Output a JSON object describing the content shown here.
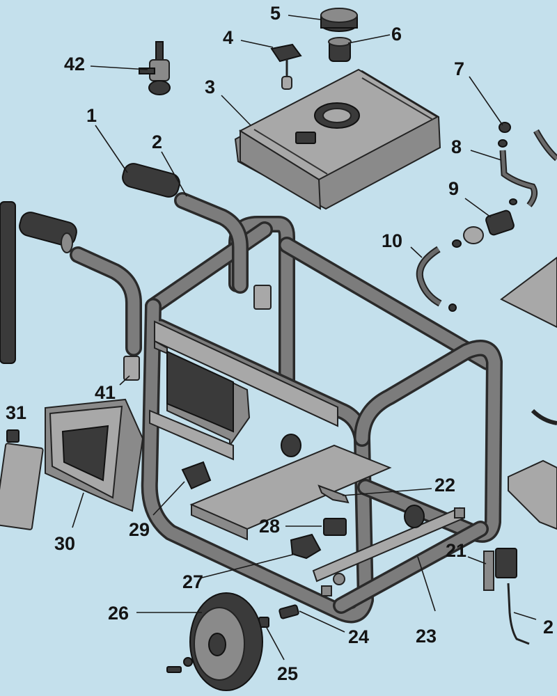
{
  "diagram": {
    "colors": {
      "background": "#c4e0ec",
      "frame": "#7c7c7c",
      "outline": "#2a2a2a",
      "label": "#141414"
    },
    "callouts": [
      {
        "id": "1",
        "text": "1"
      },
      {
        "id": "2",
        "text": "2"
      },
      {
        "id": "3",
        "text": "3"
      },
      {
        "id": "4",
        "text": "4"
      },
      {
        "id": "5",
        "text": "5"
      },
      {
        "id": "6",
        "text": "6"
      },
      {
        "id": "7",
        "text": "7"
      },
      {
        "id": "8",
        "text": "8"
      },
      {
        "id": "9",
        "text": "9"
      },
      {
        "id": "10",
        "text": "10"
      },
      {
        "id": "21",
        "text": "21"
      },
      {
        "id": "22",
        "text": "22"
      },
      {
        "id": "23",
        "text": "23"
      },
      {
        "id": "24",
        "text": "24"
      },
      {
        "id": "25",
        "text": "25"
      },
      {
        "id": "26",
        "text": "26"
      },
      {
        "id": "27",
        "text": "27"
      },
      {
        "id": "28",
        "text": "28"
      },
      {
        "id": "29",
        "text": "29"
      },
      {
        "id": "30",
        "text": "30"
      },
      {
        "id": "31",
        "text": "31"
      },
      {
        "id": "41",
        "text": "41"
      },
      {
        "id": "42",
        "text": "42"
      },
      {
        "id": "2b",
        "text": "2"
      }
    ]
  }
}
